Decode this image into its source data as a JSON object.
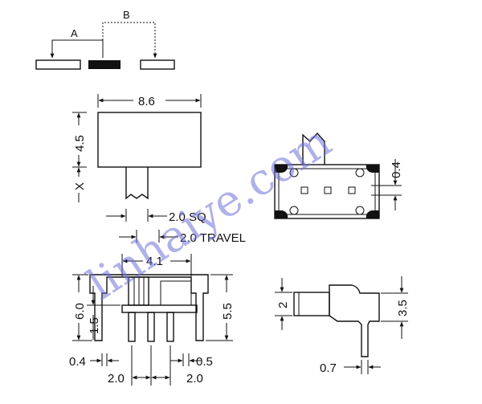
{
  "switch_positions": {
    "label_a": "A",
    "label_b": "B"
  },
  "top_view": {
    "width_dim": "8.6",
    "height_dim": "4.5",
    "x_label": "X",
    "sq_dim": "2.0 SQ",
    "travel_dim": "2.0 TRAVEL"
  },
  "front_view": {
    "pin_pitch_dim": "4.1",
    "height_dim": "6.0",
    "pin_dim": "1.5",
    "right_height_dim": "5.5",
    "left_pin_width": "0.4",
    "right_pin_width": "0.5",
    "pitch_left": "2.0",
    "pitch_right": "2.0"
  },
  "right_view": {
    "offset_dim": "0.4"
  },
  "side_view": {
    "height_dim": "2",
    "right_height_dim": "3.5",
    "pin_width_dim": "0.7"
  },
  "watermark": "linhaiye.com"
}
